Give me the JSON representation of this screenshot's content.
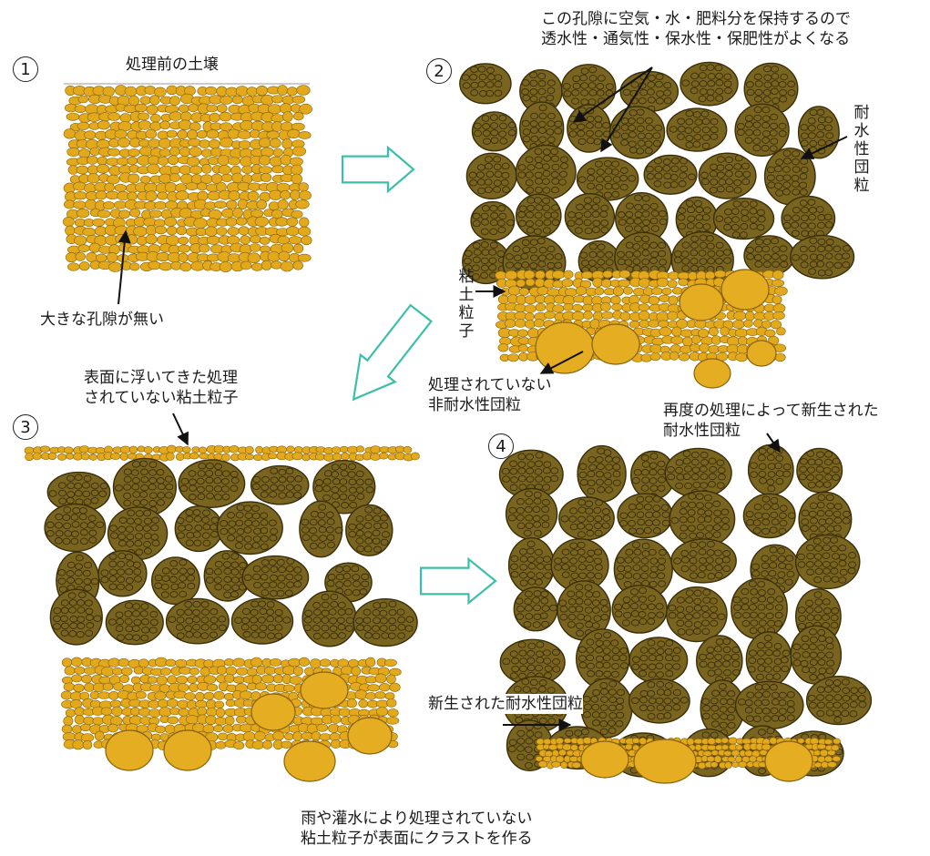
{
  "panels": {
    "p1": {
      "number": "1",
      "title": "処理前の土壌",
      "caption": "大きな孔隙が無い"
    },
    "p2": {
      "number": "2",
      "note": "この孔隙に空気・水・肥料分を保持するので\n透水性・通気性・保水性・保肥性がよくなる",
      "label_aggregate": "耐水性団粒",
      "label_clay": "粘土粒子",
      "label_untreated": "処理されていない\n非耐水性団粒"
    },
    "p3": {
      "number": "3",
      "label_surface": "表面に浮いてきた処理\nされていない粘土粒子",
      "caption": "雨や灌水により処理されていない\n粘土粒子が表面にクラストを作る"
    },
    "p4": {
      "number": "4",
      "label_top": "再度の処理によって新生された\n耐水性団粒",
      "label_bottom": "新生された耐水性団粒"
    }
  },
  "colors": {
    "aggregate": "#7a6520",
    "aggregate_line": "#3a2e08",
    "clay": "#e2a91c",
    "clay_line": "#8a6108",
    "untreated": "#e4ad22",
    "arrow": "#3cbfa8",
    "pointer": "#111111"
  }
}
